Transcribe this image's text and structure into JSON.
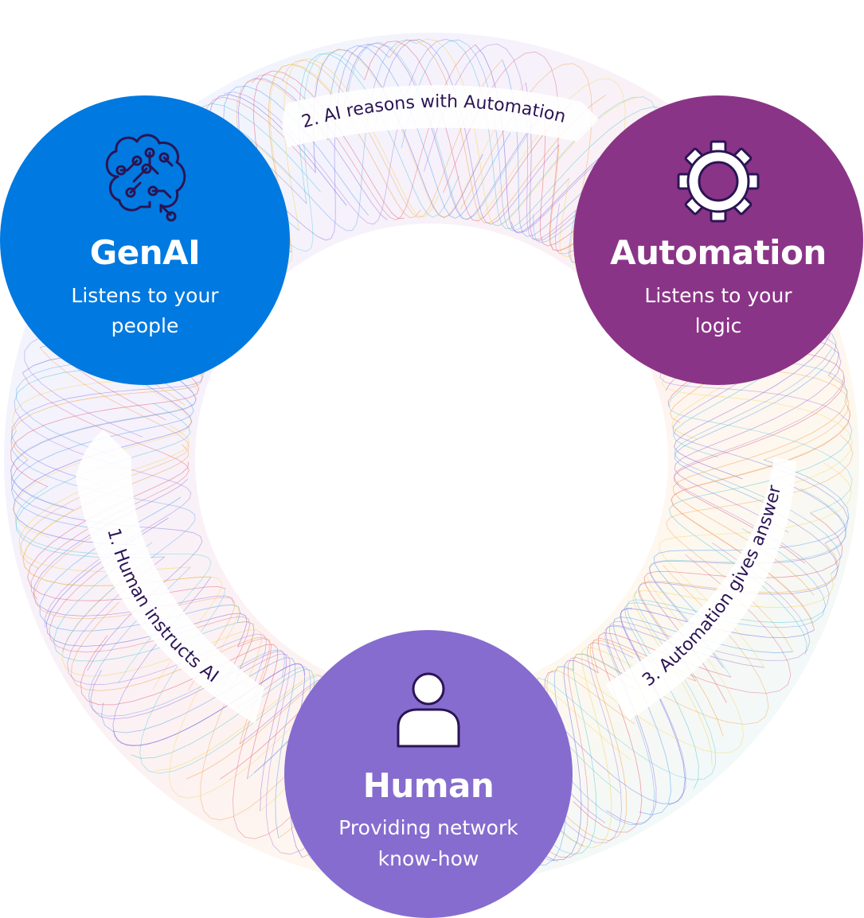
{
  "colors": {
    "genai": "#0079e0",
    "automation": "#8a3487",
    "human": "#866ccf",
    "icon_stroke": "#2b1454",
    "ring_palette": [
      "#4f9cf0",
      "#9b6ad8",
      "#e2556f",
      "#f39a3a",
      "#f2d44a",
      "#4ec7d6",
      "#6a5fe0"
    ]
  },
  "nodes": {
    "genai": {
      "title": "GenAI",
      "subtitle_line1": "Listens to your",
      "subtitle_line2": "people",
      "icon": "brain-circuit-icon"
    },
    "automation": {
      "title": "Automation",
      "subtitle_line1": "Listens to your",
      "subtitle_line2": "logic",
      "icon": "gear-icon"
    },
    "human": {
      "title": "Human",
      "subtitle_line1": "Providing network",
      "subtitle_line2": "know-how",
      "icon": "person-icon"
    }
  },
  "steps": {
    "step1": "1. Human instructs AI",
    "step2": "2. AI reasons with Automation",
    "step3": "3. Automation gives answer"
  }
}
